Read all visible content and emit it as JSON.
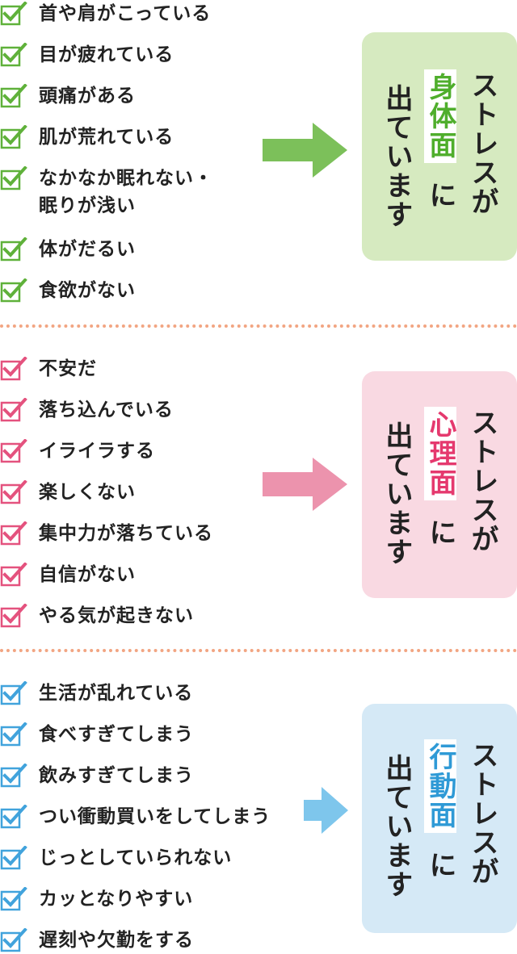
{
  "groups": [
    {
      "items": [
        "首や肩がこっている",
        "目が疲れている",
        "頭痛がある",
        "肌が荒れている",
        "なかなか眠れない・\n眠りが浅い",
        "体がだるい",
        "食欲がない"
      ],
      "box": {
        "line1": "ストレスが",
        "highlight": "身体面",
        "particle": "に",
        "line3": "出ています"
      },
      "colors": {
        "check": "#5fb13a",
        "arrow": "#7cc05a",
        "box": "#d6eac0",
        "highlight": "#4fae2c"
      }
    },
    {
      "items": [
        "不安だ",
        "落ち込んでいる",
        "イライラする",
        "楽しくない",
        "集中力が落ちている",
        "自信がない",
        "やる気が起きない"
      ],
      "box": {
        "line1": "ストレスが",
        "highlight": "心理面",
        "particle": "に",
        "line3": "出ています"
      },
      "colors": {
        "check": "#e4527e",
        "arrow": "#ec93ad",
        "box": "#f9d9e2",
        "highlight": "#e5396e"
      }
    },
    {
      "items": [
        "生活が乱れている",
        "食べすぎてしまう",
        "飲みすぎてしまう",
        "つい衝動買いをしてしまう",
        "じっとしていられない",
        "カッとなりやすい",
        "遅刻や欠勤をする"
      ],
      "box": {
        "line1": "ストレスが",
        "highlight": "行動面",
        "particle": "に",
        "line3": "出ています"
      },
      "colors": {
        "check": "#41a3dc",
        "arrow": "#7ec6ec",
        "box": "#d5e9f6",
        "highlight": "#2f9ad6"
      }
    }
  ]
}
